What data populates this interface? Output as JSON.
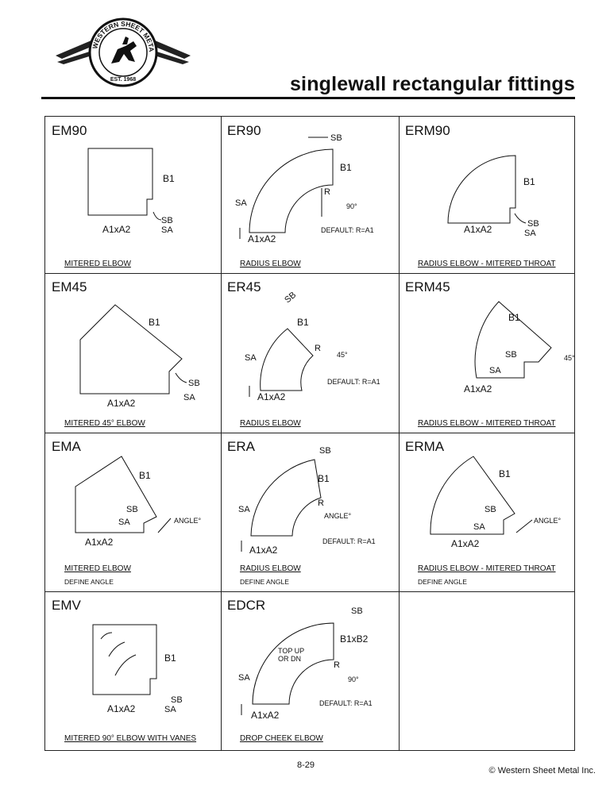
{
  "logo": {
    "top_text": "WESTERN SHEET METAL INC",
    "est": "EST. 1968"
  },
  "title": "singlewall rectangular fittings",
  "cells": [
    {
      "code": "EM90",
      "caption": "MITERED ELBOW",
      "sub": ""
    },
    {
      "code": "ER90",
      "caption": "RADIUS ELBOW",
      "sub": ""
    },
    {
      "code": "ERM90",
      "caption": "RADIUS ELBOW - MITERED THROAT",
      "sub": ""
    },
    {
      "code": "EM45",
      "caption": "MITERED 45° ELBOW",
      "sub": ""
    },
    {
      "code": "ER45",
      "caption": "RADIUS ELBOW",
      "sub": ""
    },
    {
      "code": "ERM45",
      "caption": "RADIUS ELBOW - MITERED THROAT",
      "sub": ""
    },
    {
      "code": "EMA",
      "caption": "MITERED ELBOW",
      "sub": "DEFINE ANGLE"
    },
    {
      "code": "ERA",
      "caption": "RADIUS ELBOW",
      "sub": "DEFINE ANGLE"
    },
    {
      "code": "ERMA",
      "caption": "RADIUS ELBOW -  MITERED THROAT",
      "sub": "DEFINE ANGLE"
    },
    {
      "code": "EMV",
      "caption": "MITERED 90° ELBOW WITH VANES",
      "sub": ""
    },
    {
      "code": "EDCR",
      "caption": "DROP CHEEK ELBOW",
      "sub": ""
    }
  ],
  "labels": {
    "b1": "B1",
    "a1xa2": "A1xA2",
    "b1xb2": "B1xB2",
    "sa": "SA",
    "sb": "SB",
    "r": "R",
    "deg90": "90°",
    "deg45": "45°",
    "angle": "ANGLE°",
    "default": "DEFAULT: R=A1",
    "topup": "TOP UP",
    "ordn": "OR DN"
  },
  "page_number": "8-29",
  "copyright": "© Western Sheet Metal Inc."
}
